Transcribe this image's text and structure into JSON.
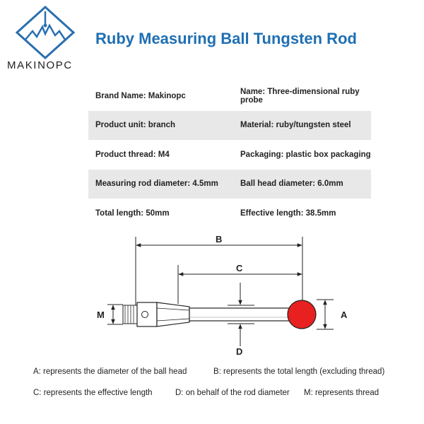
{
  "brand": {
    "wordmark": "MAKINOPC",
    "logo_icon": "diamond-mountain-logo"
  },
  "title": "Ruby Measuring Ball Tungsten Rod",
  "specs": [
    {
      "left": "Brand Name: Makinopc",
      "right": "Name: Three-dimensional ruby probe",
      "shaded": false
    },
    {
      "left": "Product unit: branch",
      "right": "Material: ruby/tungsten steel",
      "shaded": true
    },
    {
      "left": "Product thread: M4",
      "right": "Packaging: plastic box packaging",
      "shaded": false
    },
    {
      "left": "Measuring rod diameter: 4.5mm",
      "right": "Ball head diameter: 6.0mm",
      "shaded": true
    },
    {
      "left": "Total length: 50mm",
      "right": "Effective length: 38.5mm",
      "shaded": false
    }
  ],
  "diagram": {
    "labels": {
      "B": "B",
      "C": "C",
      "D": "D",
      "A": "A",
      "M": "M"
    },
    "colors": {
      "ball": "#e82020",
      "outline": "#222222",
      "body": "#ffffff"
    }
  },
  "legend": {
    "a": "A: represents the diameter of the ball head",
    "b": "B: represents the total length (excluding thread)",
    "c": "C: represents the effective length",
    "d": "D: on behalf of the rod diameter",
    "m": "M: represents thread"
  }
}
